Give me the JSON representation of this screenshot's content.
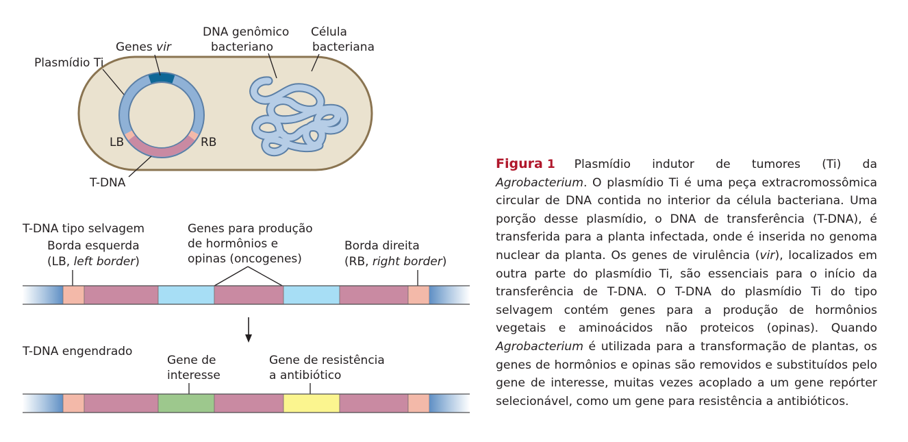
{
  "cell_diagram": {
    "label_genes_vir_prefix": "Genes ",
    "label_genes_vir_italic": "vir",
    "label_plasmid": "Plasmídio Ti",
    "label_genomic_line1": "DNA genômico",
    "label_genomic_line2": "bacteriano",
    "label_cell_line1": "Célula",
    "label_cell_line2": "bacteriana",
    "label_lb": "LB",
    "label_rb": "RB",
    "label_tdna": "T-DNA"
  },
  "wildtype": {
    "title": "T-DNA tipo selvagem",
    "left_border_line1": "Borda esquerda",
    "left_border_line2_prefix": "(LB, ",
    "left_border_line2_italic": "left border",
    "left_border_line2_suffix": ")",
    "genes_line1": "Genes para produção",
    "genes_line2": "de hormônios e",
    "genes_line3": "opinas (oncogenes)",
    "right_border_line1": "Borda direita",
    "right_border_line2_prefix": "(RB, ",
    "right_border_line2_italic": "right border",
    "right_border_line2_suffix": ")"
  },
  "engineered": {
    "title": "T-DNA engendrado",
    "gene_interest_line1": "Gene de",
    "gene_interest_line2": "interesse",
    "gene_resistance_line1": "Gene de resistência",
    "gene_resistance_line2": "a antibiótico"
  },
  "caption": {
    "label": "Figura",
    "number": "1",
    "text_1": "Plasmídio indutor de tumores (Ti) da ",
    "text_1_italic": "Agrobacterium",
    "text_2": ". O plasmídio Ti é uma peça extracromossômica circular de DNA contida no interior da célula bacteriana. Uma porção desse plasmídio, o DNA de transferência (T-DNA), é transferida para a planta infectada, onde é inserida no genoma nuclear da planta. Os genes de virulência (",
    "text_2_italic": "vir",
    "text_3": "), localizados em outra parte do plasmídio Ti, são essenciais para o início da transferência de T-DNA. O T-DNA do plasmídio Ti do tipo selvagem contém genes para a produção de hormônios vegetais e aminoácidos não proteicos (opinas). Quando ",
    "text_3_italic": "Agrobacterium",
    "text_4": " é utilizada para a transformação de plantas, os genes de hormônios e opinas são removidos e substituídos pelo gene de interesse, muitas vezes acoplado a um gene repórter selecionável, como um gene para resistência a antibióticos."
  },
  "colors": {
    "cell_fill": "#eae2cf",
    "cell_stroke": "#8a7451",
    "plasmid_blue": "#8fb1d6",
    "vir_dark_blue": "#0f6796",
    "tdna_pink": "#c98aa2",
    "border_salmon": "#f3b9a9",
    "opine_cyan": "#a7def5",
    "gene_green": "#9dc88d",
    "resistance_yellow": "#fbf58f"
  }
}
